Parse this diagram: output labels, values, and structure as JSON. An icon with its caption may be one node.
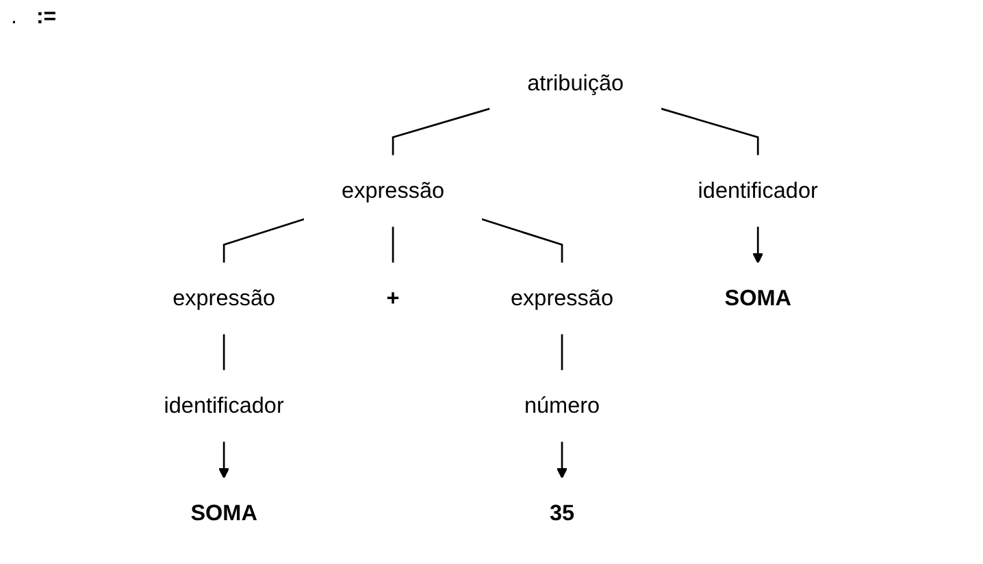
{
  "diagram": {
    "nodes": [
      {
        "text": [
          "atribuição"
        ]
      },
      {
        "text": [
          "identificador"
        ]
      },
      {
        "text": [
          "expressão"
        ]
      },
      {
        "text": [
          "expressão"
        ]
      },
      {
        "text": [
          "+"
        ]
      },
      {
        "text": [
          "expressão"
        ]
      },
      {
        "text": [
          "identificador"
        ]
      },
      {
        "text": [
          "número"
        ]
      },
      {
        "text": [
          "SOMA"
        ]
      },
      {
        "text": [
          "SOMA"
        ]
      },
      {
        "text": [
          "35"
        ]
      }
    ],
    "edges": [
      {
        "from": 0,
        "to": 1,
        "arrow": "none"
      },
      {
        "from": 0,
        "to": 2,
        "arrow": "none"
      },
      {
        "from": 2,
        "to": 3,
        "arrow": "none"
      },
      {
        "from": 2,
        "to": 4,
        "arrow": "none"
      },
      {
        "from": 2,
        "to": 5,
        "arrow": "none"
      },
      {
        "from": 3,
        "to": 6,
        "arrow": "none"
      },
      {
        "from": 5,
        "to": 7,
        "arrow": "none"
      },
      {
        "from": 1,
        "to": 8,
        "arrow": "to"
      },
      {
        "from": 6,
        "to": 9,
        "arrow": "to"
      },
      {
        "from": 7,
        "to": 10,
        "arrow": "to"
      }
    ],
    "labels": [
      ".",
      ":="
    ]
  }
}
